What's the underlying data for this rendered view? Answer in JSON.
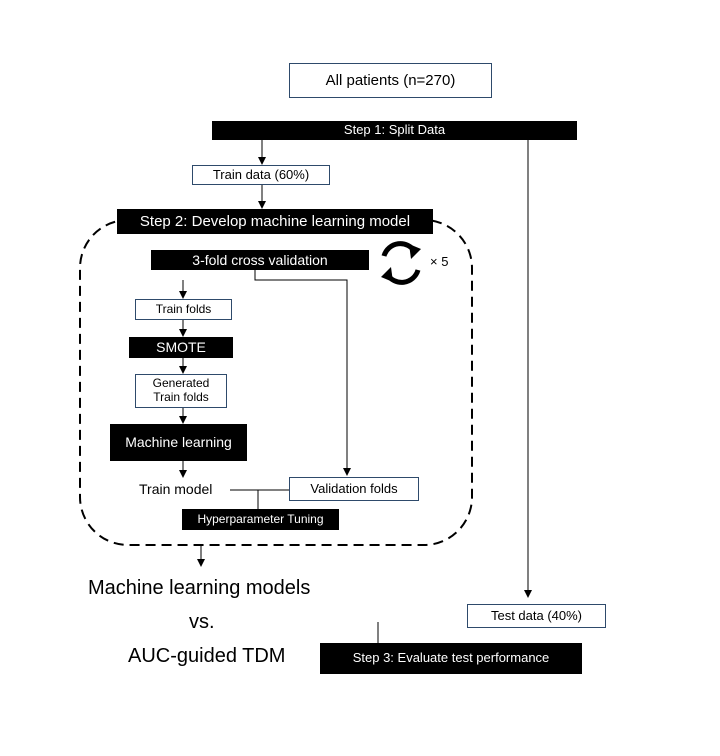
{
  "nodes": {
    "all_patients": "All patients (n=270)",
    "step1": "Step 1: Split Data",
    "train_data": "Train data (60%)",
    "step2": "Step 2: Develop machine learning model",
    "cross_validation": "3-fold cross validation",
    "repeat": "× 5",
    "train_folds": "Train folds",
    "smote": "SMOTE",
    "generated_line1": "Generated",
    "generated_line2": "Train folds",
    "machine_learning": "Machine learning",
    "train_model": "Train model",
    "validation_folds": "Validation folds",
    "hyperparameter": "Hyperparameter Tuning",
    "test_data": "Test data (40%)",
    "step3": "Step 3: Evaluate  test performance"
  },
  "comparison": {
    "line1": "Machine learning models",
    "line2": "vs.",
    "line3": "AUC-guided TDM"
  }
}
